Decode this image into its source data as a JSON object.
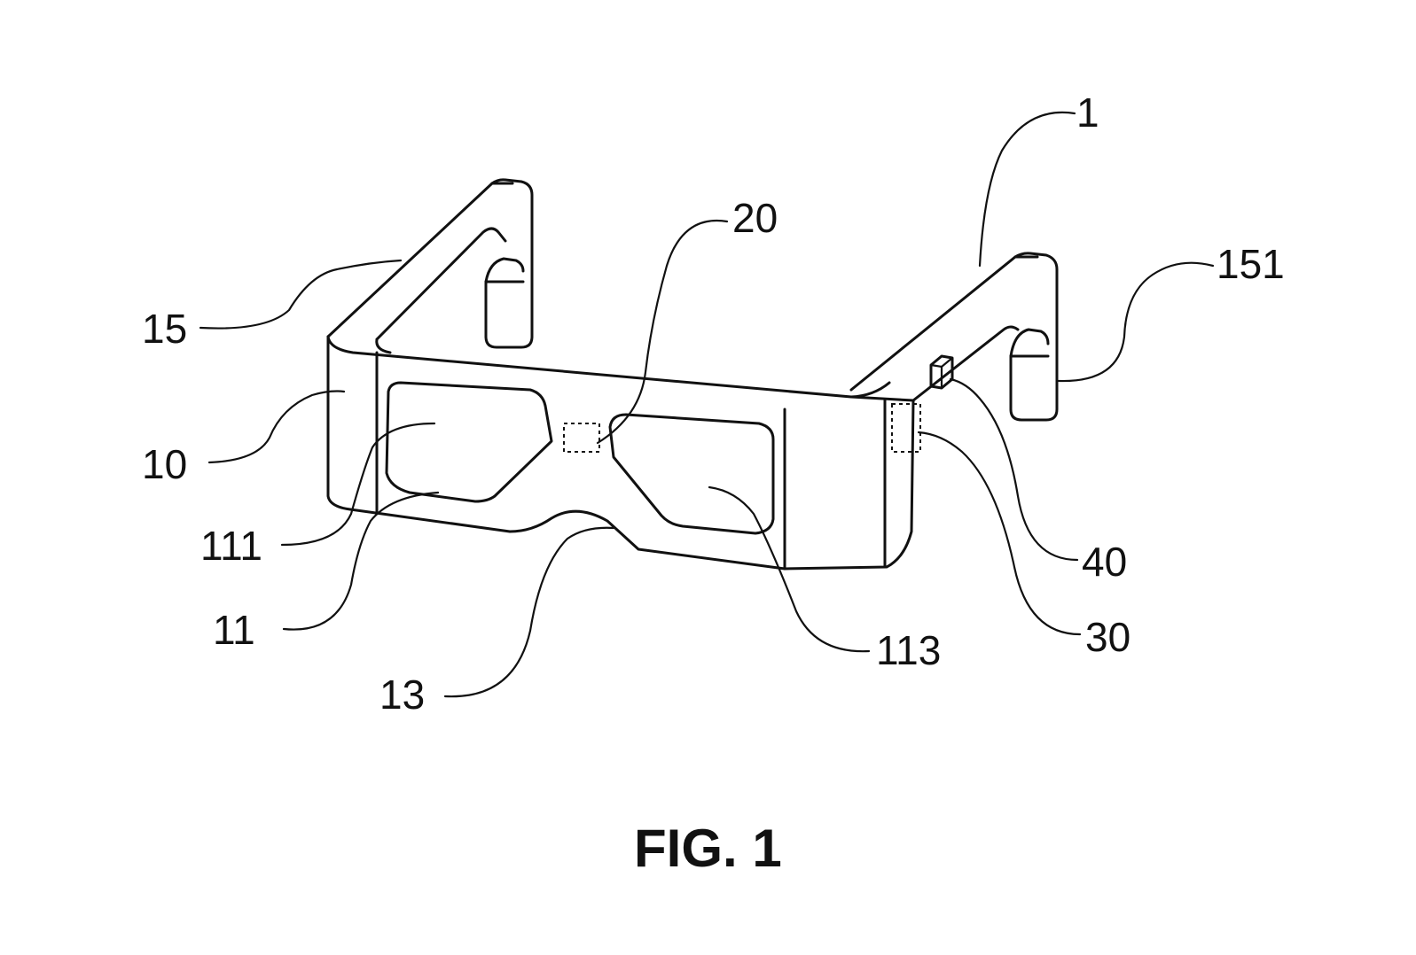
{
  "figure": {
    "caption": "FIG. 1",
    "labels": {
      "frame_device": "1",
      "sensor_module": "20",
      "earpiece_end": "151",
      "temple_arm": "15",
      "frame_front": "10",
      "first_lens": "111",
      "lens_region": "11",
      "nose_bridge": "13",
      "second_lens": "113",
      "component_40": "40",
      "component_30": "30"
    }
  }
}
